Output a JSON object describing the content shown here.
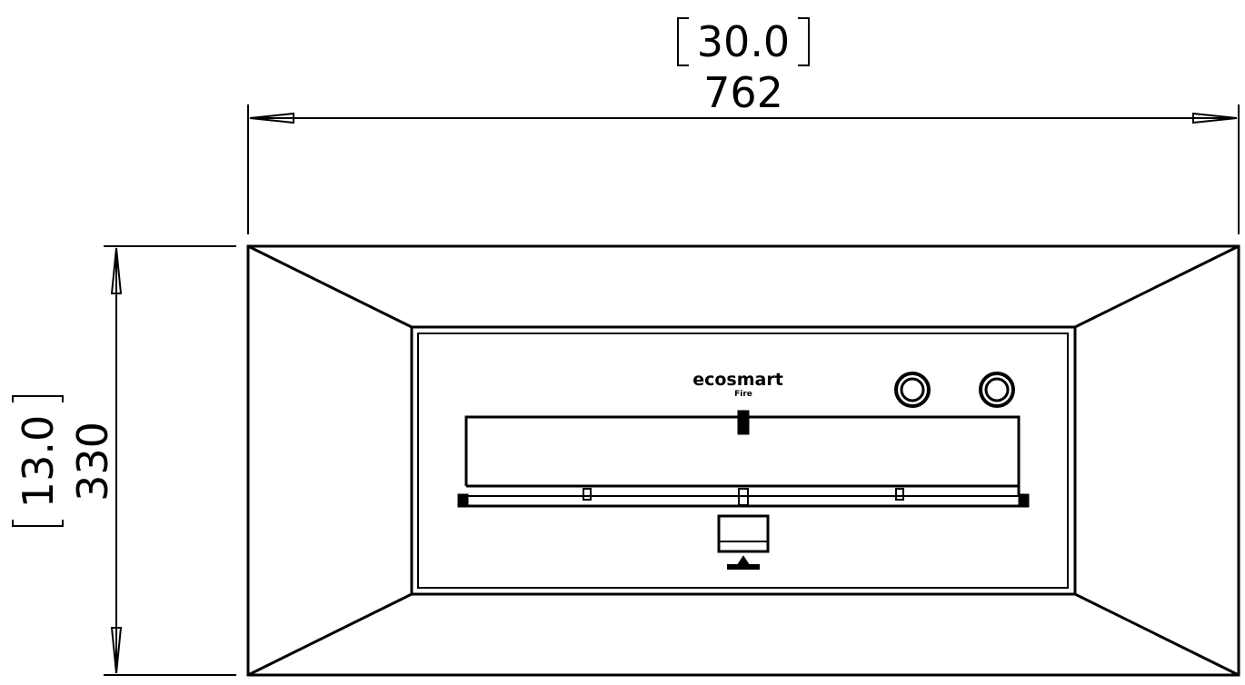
{
  "dimensions": {
    "width": {
      "inches": "30.0",
      "mm": "762"
    },
    "depth": {
      "inches": "13.0",
      "mm": "330"
    }
  },
  "logo": {
    "brand": "ecosmart",
    "sub": "Fire"
  },
  "colors": {
    "line": "#000000",
    "background": "#ffffff"
  }
}
